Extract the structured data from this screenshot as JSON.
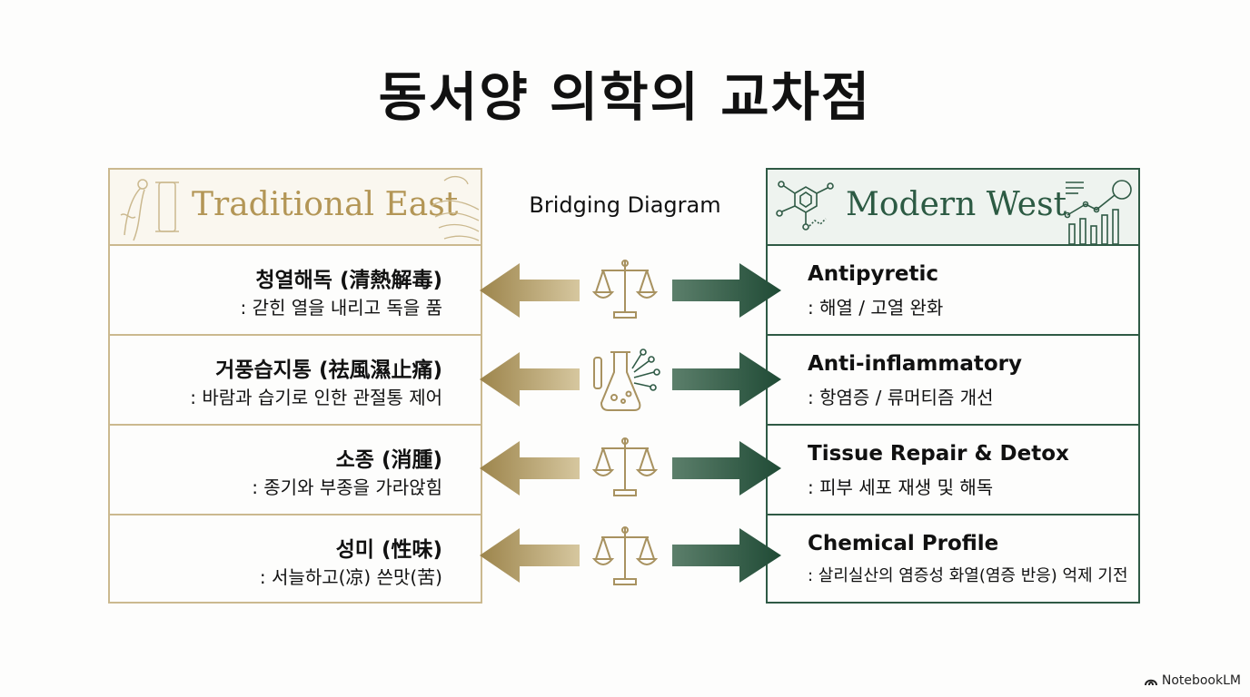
{
  "title": "동서양 의학의 교차점",
  "bridge_label": "Bridging Diagram",
  "east": {
    "header": "Traditional East",
    "rows": [
      {
        "main": "청열해독 (清熱解毒)",
        "sub": ": 갇힌 열을 내리고 독을 품"
      },
      {
        "main": "거풍습지통 (祛風濕止痛)",
        "sub": ": 바람과 습기로 인한 관절통 제어"
      },
      {
        "main": "소종 (消腫)",
        "sub": ": 종기와 부종을 가라앉힘"
      },
      {
        "main": "성미 (性味)",
        "sub": ": 서늘하고(凉) 쓴맛(苦)"
      }
    ]
  },
  "west": {
    "header": "Modern West",
    "rows": [
      {
        "main": "Antipyretic",
        "sub": ": 해열 / 고열 완화"
      },
      {
        "main": "Anti-inflammatory",
        "sub": ": 항염증 / 류머티즘 개선"
      },
      {
        "main": "Tissue Repair & Detox",
        "sub": ": 피부 세포 재생 및 해독"
      },
      {
        "main": "Chemical Profile",
        "sub": ": 살리실산의 염증성 화열(염증 반응) 억제 기전"
      }
    ]
  },
  "center_icons": [
    "scales-icon",
    "flask-icon",
    "scales-icon",
    "scales-icon"
  ],
  "brand": "NotebookLM",
  "colors": {
    "east_gold": "#b39656",
    "east_border": "#cbb98f",
    "west_green": "#2c5a43",
    "west_border": "#2f5a45"
  }
}
